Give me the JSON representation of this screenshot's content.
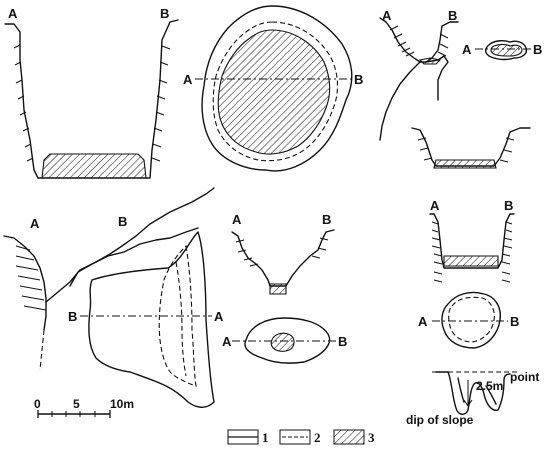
{
  "figure_labels": {
    "a": "A",
    "b": "B"
  },
  "annotations": {
    "point": "point",
    "depth": "2.5m",
    "dip": "dip of slope"
  },
  "scale_bar": {
    "ticks": [
      "0",
      "5",
      "10m"
    ]
  },
  "legend": {
    "items": [
      {
        "number": "1"
      },
      {
        "number": "2"
      },
      {
        "number": "3"
      }
    ]
  }
}
